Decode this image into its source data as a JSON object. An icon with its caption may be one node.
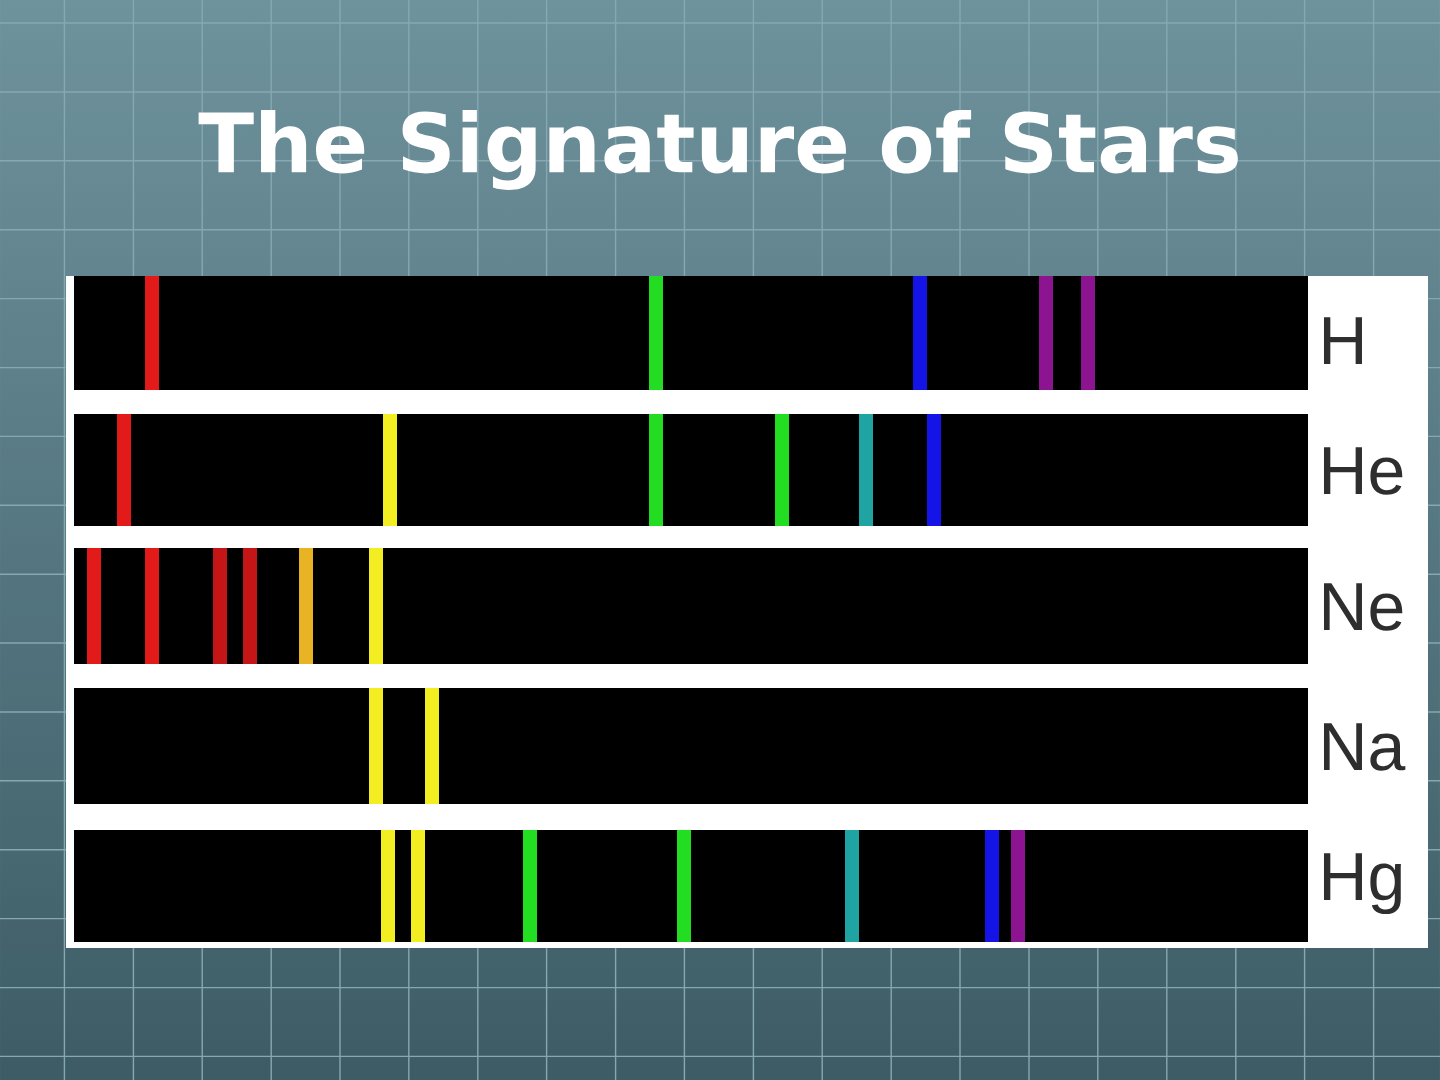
{
  "diagram": {
    "title": "The Signature of Stars",
    "labels": [
      "H",
      "He",
      "Ne",
      "Na",
      "Hg"
    ]
  }
}
